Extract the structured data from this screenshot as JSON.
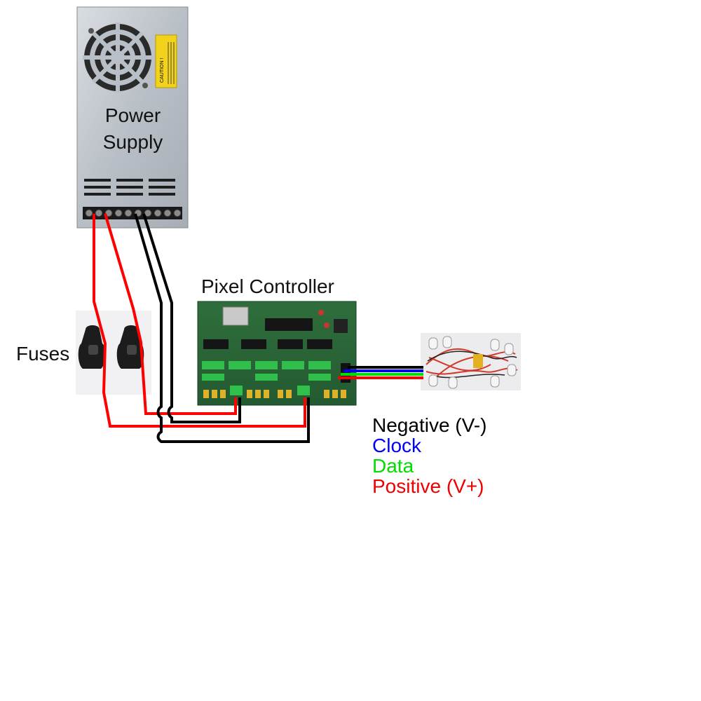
{
  "labels": {
    "power_supply_line1": "Power",
    "power_supply_line2": "Supply",
    "pixel_controller": "Pixel Controller",
    "fuses": "Fuses"
  },
  "legend": [
    {
      "text": "Negative (V-)",
      "color": "#000000"
    },
    {
      "text": "Clock",
      "color": "#0000ff"
    },
    {
      "text": "Data",
      "color": "#00dd00"
    },
    {
      "text": "Positive (V+)",
      "color": "#ee0000"
    }
  ],
  "power_supply": {
    "caution_text": "CAUTION !"
  },
  "wire_colors": {
    "negative": "#000000",
    "clock": "#0000ff",
    "data": "#00dd00",
    "positive": "#ff0000"
  }
}
